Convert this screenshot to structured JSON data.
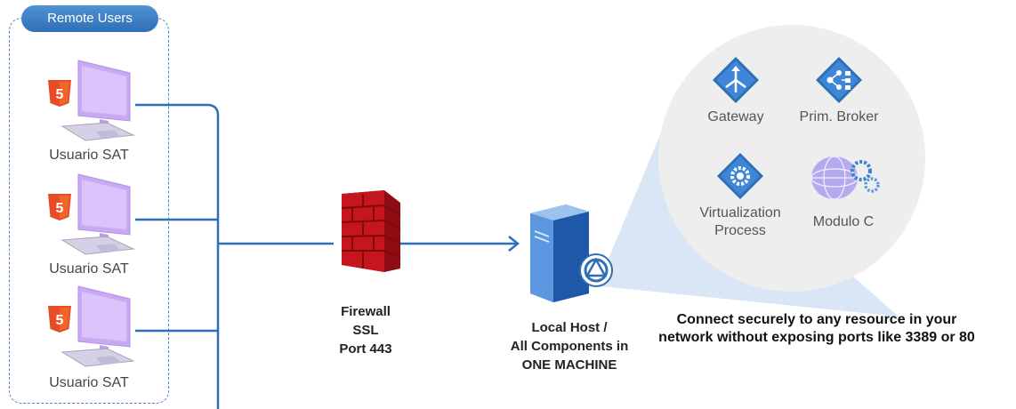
{
  "remote_users": {
    "title": "Remote Users",
    "users": [
      {
        "label": "Usuario SAT",
        "badge": "html5-icon"
      },
      {
        "label": "Usuario SAT",
        "badge": "html5-icon"
      },
      {
        "label": "Usuario SAT",
        "badge": "html5-icon"
      }
    ]
  },
  "firewall": {
    "line1": "Firewall",
    "line2": "SSL",
    "line3": "Port 443",
    "icon": "brick-wall-icon"
  },
  "host": {
    "line1": "Local Host /",
    "line2": "All Components in",
    "line3": "ONE MACHINE",
    "icon": "server-icon"
  },
  "components": [
    {
      "label": "Gateway",
      "icon": "gateway-icon"
    },
    {
      "label": "Prim. Broker",
      "icon": "broker-icon"
    },
    {
      "label_line1": "Virtualization",
      "label_line2": "Process",
      "icon": "gear-icon"
    },
    {
      "label": "Modulo C",
      "icon": "globe-gears-icon"
    }
  ],
  "tagline": {
    "line1": "Connect securely to any resource in your",
    "line2": "network without exposing ports like 3389 or 80"
  },
  "colors": {
    "line_blue": "#2f6fb5",
    "accent_blue": "#3d7fd0",
    "html5_orange": "#e44d26",
    "monitor_purple": "#c9a9f2",
    "firewall_red": "#c4161c",
    "bubble_gray": "#eeeeee",
    "cone_blue": "#d9e6f6"
  }
}
